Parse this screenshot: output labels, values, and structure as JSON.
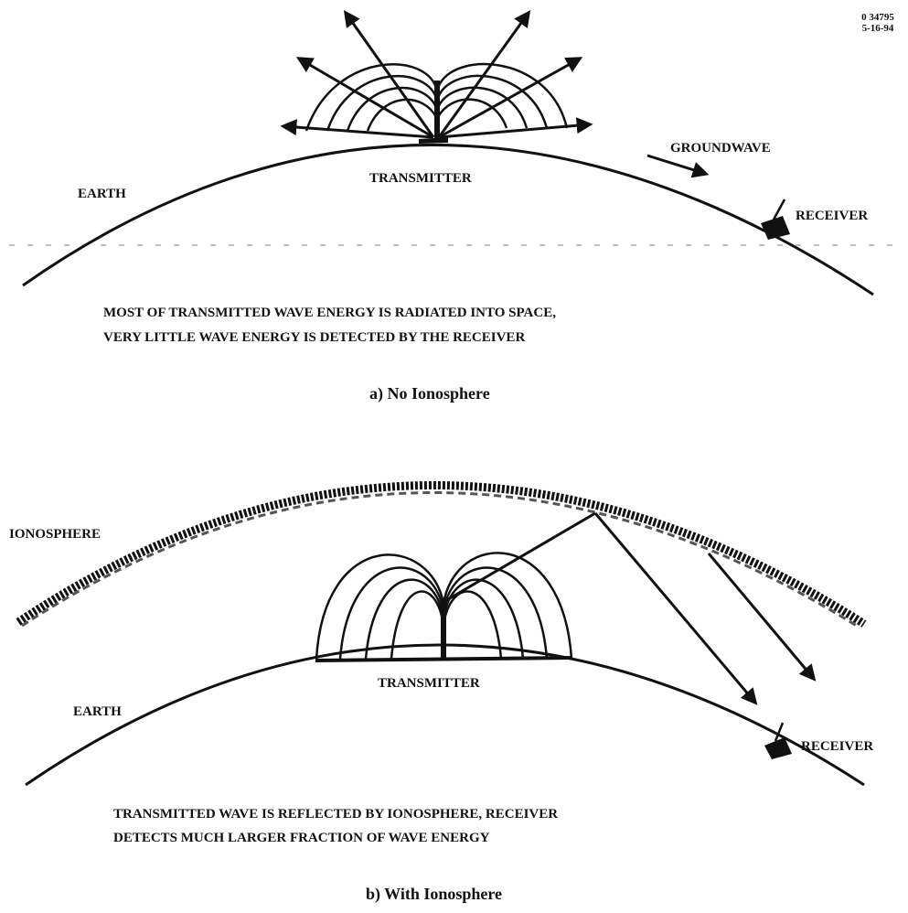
{
  "figure_id": [
    "0 34795",
    "5-16-94"
  ],
  "panel_a": {
    "earth_label": "EARTH",
    "transmitter_label": "TRANSMITTER",
    "groundwave_label": "GROUNDWAVE",
    "receiver_label": "RECEIVER",
    "caption_line1": "MOST OF TRANSMITTED WAVE ENERGY IS RADIATED INTO SPACE,",
    "caption_line2": "VERY LITTLE WAVE ENERGY IS DETECTED BY THE RECEIVER",
    "subtitle": "a)  No Ionosphere"
  },
  "panel_b": {
    "ionosphere_label": "IONOSPHERE",
    "earth_label": "EARTH",
    "transmitter_label": "TRANSMITTER",
    "receiver_label": "RECEIVER",
    "caption_line1": "TRANSMITTED WAVE IS REFLECTED BY IONOSPHERE, RECEIVER",
    "caption_line2": "DETECTS MUCH LARGER FRACTION OF WAVE ENERGY",
    "subtitle": "b)  With Ionosphere"
  }
}
